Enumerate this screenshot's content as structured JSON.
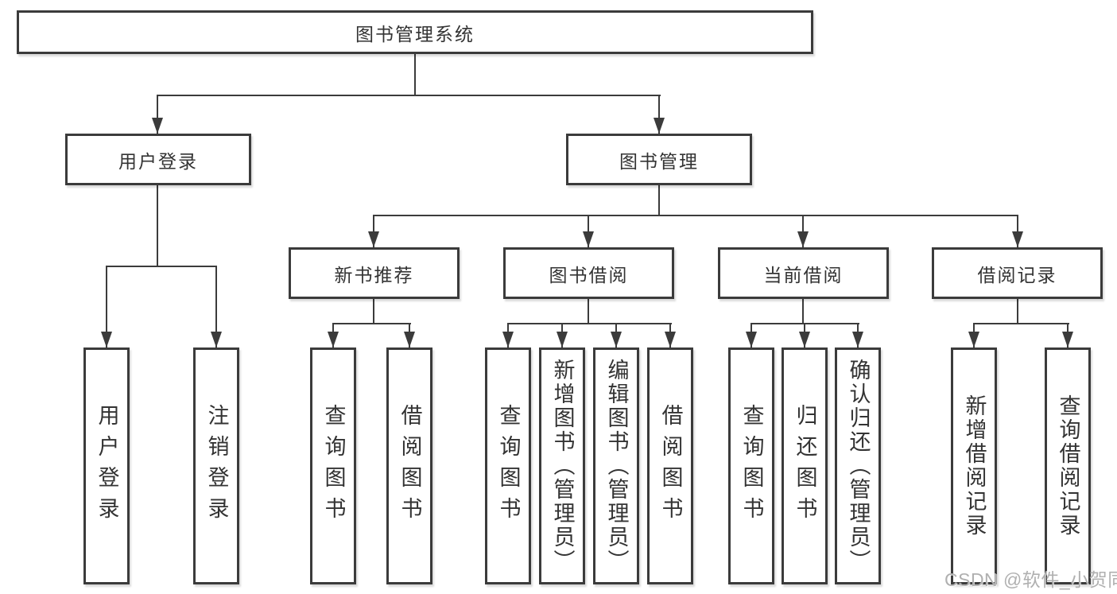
{
  "diagram": {
    "root": {
      "label": "图书管理系统"
    },
    "branches": [
      {
        "label": "用户登录",
        "children": [
          {
            "label": "用户登录"
          },
          {
            "label": "注销登录"
          }
        ]
      },
      {
        "label": "图书管理",
        "children": [
          {
            "label": "新书推荐",
            "children": [
              {
                "label": "查询图书"
              },
              {
                "label": "借阅图书"
              }
            ]
          },
          {
            "label": "图书借阅",
            "children": [
              {
                "label": "查询图书"
              },
              {
                "label": "新增图书（管理员）"
              },
              {
                "label": "编辑图书（管理员）"
              },
              {
                "label": "借阅图书"
              }
            ]
          },
          {
            "label": "当前借阅",
            "children": [
              {
                "label": "查询图书"
              },
              {
                "label": "归还图书"
              },
              {
                "label": "确认归还（管理员）"
              }
            ]
          },
          {
            "label": "借阅记录",
            "children": [
              {
                "label": "新增借阅记录"
              },
              {
                "label": "查询借阅记录"
              }
            ]
          }
        ]
      }
    ]
  },
  "watermark": {
    "text": "CSDN @软件_小贺同学"
  },
  "colors": {
    "line": "#3b3b3b",
    "border": "#3b3b3b",
    "text": "#333333",
    "watermark": "#b0b0b0",
    "background": "#ffffff"
  }
}
